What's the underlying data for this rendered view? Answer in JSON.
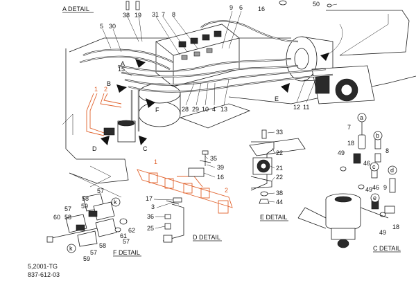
{
  "titles": {
    "a_detail": "A DETAIL",
    "c_detail": "C DETAIL",
    "d_detail": "D DETAIL",
    "e_detail": "E DETAIL",
    "f_detail": "F DETAIL"
  },
  "footer": {
    "line1": "5,2001-TG",
    "line2": "837-612-03"
  },
  "callouts_main": {
    "n38": "38",
    "n19": "19",
    "n16": "16",
    "n50": "50",
    "n31": "31",
    "n7": "7",
    "n8": "8",
    "n9": "9",
    "n6": "6",
    "n5": "5",
    "n30": "30",
    "n15": "15",
    "n28": "28",
    "n29": "29",
    "n10": "10",
    "n4": "4",
    "n13": "13",
    "n12": "12",
    "n11": "11",
    "A": "A",
    "B": "B",
    "C": "C",
    "D": "D",
    "E": "E",
    "F": "F",
    "o1": "1",
    "o2": "2"
  },
  "callouts_d": {
    "n35": "35",
    "n39": "39",
    "n16": "16",
    "n17": "17",
    "n3": "3",
    "n36": "36",
    "n25": "25",
    "o1": "1",
    "o2": "2"
  },
  "callouts_e": {
    "n33": "33",
    "n22a": "22",
    "n21": "21",
    "n22b": "22",
    "n38": "38",
    "n44": "44"
  },
  "callouts_c": {
    "n7": "7",
    "n18": "18",
    "n8": "8",
    "n49a": "49",
    "n46a": "46",
    "n49b": "49",
    "n46b": "46",
    "n9": "9",
    "n49c": "49",
    "n18b": "18",
    "a": "a",
    "b": "b",
    "c": "c",
    "d": "d",
    "e": "e"
  },
  "callouts_f": {
    "n57a": "57",
    "n58a": "58",
    "n59a": "59",
    "n57b": "57",
    "n58b": "58",
    "n60": "60",
    "n62": "62",
    "n61": "61",
    "n57c": "57",
    "n58c": "58",
    "n57d": "57",
    "n59b": "59",
    "k1": "k",
    "k2": "k"
  }
}
